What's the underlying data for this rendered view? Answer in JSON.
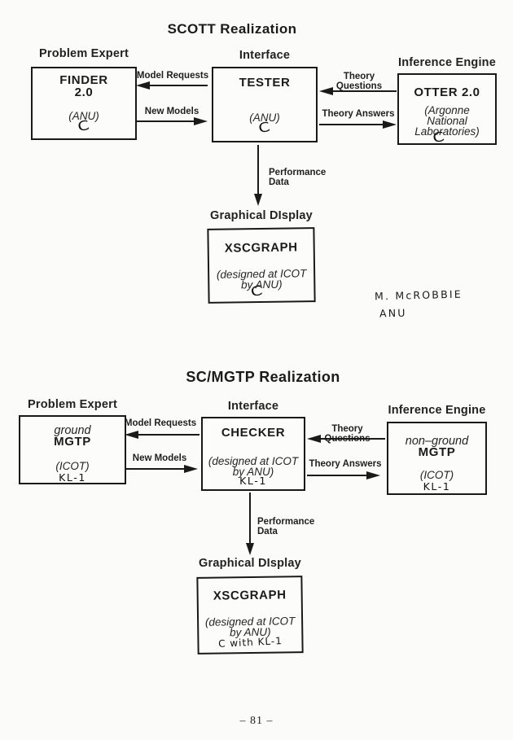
{
  "colors": {
    "ink": "#1a1a1a",
    "paper": "#fbfbf9"
  },
  "scott": {
    "title": "SCOTT Realization",
    "roles": {
      "problem_expert": "Problem Expert",
      "interface": "Interface",
      "inference_engine": "Inference Engine",
      "graphical_display": "Graphical DIsplay"
    },
    "finder": {
      "line1": "FINDER",
      "line2": "2.0",
      "org": "(ANU)",
      "impl": "C"
    },
    "tester": {
      "name": "TESTER",
      "org": "(ANU)",
      "impl": "C"
    },
    "otter": {
      "name": "OTTER 2.0",
      "org1": "(Argonne",
      "org2": "National",
      "org3": "Laboratories)",
      "impl": "C"
    },
    "xscgraph": {
      "name": "XSCGRAPH",
      "credit1": "(designed at ICOT",
      "credit2": "by ANU)",
      "impl": "C"
    },
    "flows": {
      "model_requests": "Model Requests",
      "new_models": "New Models",
      "theory_questions": "Theory Questions",
      "theory_answers": "Theory Answers",
      "performance1": "Performance",
      "performance2": "Data"
    }
  },
  "annotation": {
    "line1": "M. McROBBIE",
    "line2": "ANU"
  },
  "scmgtp": {
    "title": "SC/MGTP Realization",
    "roles": {
      "problem_expert": "Problem Expert",
      "interface": "Interface",
      "inference_engine": "Inference Engine",
      "graphical_display": "Graphical DIsplay"
    },
    "ground_mgtp": {
      "line1": "ground",
      "line2": "MGTP",
      "org": "(ICOT)",
      "impl": "KL-1"
    },
    "checker": {
      "name": "CHECKER",
      "credit1": "(designed at ICOT",
      "credit2": "by ANU)",
      "impl": "KL-1"
    },
    "nonground_mgtp": {
      "line1": "non–ground",
      "line2": "MGTP",
      "org": "(ICOT)",
      "impl": "KL-1"
    },
    "xscgraph": {
      "name": "XSCGRAPH",
      "credit1": "(designed at ICOT",
      "credit2": "by ANU)",
      "impl": "C with KL-1"
    },
    "flows": {
      "model_requests": "Model Requests",
      "new_models": "New Models",
      "theory_questions": "Theory Questions",
      "theory_answers": "Theory Answers",
      "performance1": "Performance",
      "performance2": "Data"
    }
  },
  "page": {
    "number": "– 81 –"
  }
}
